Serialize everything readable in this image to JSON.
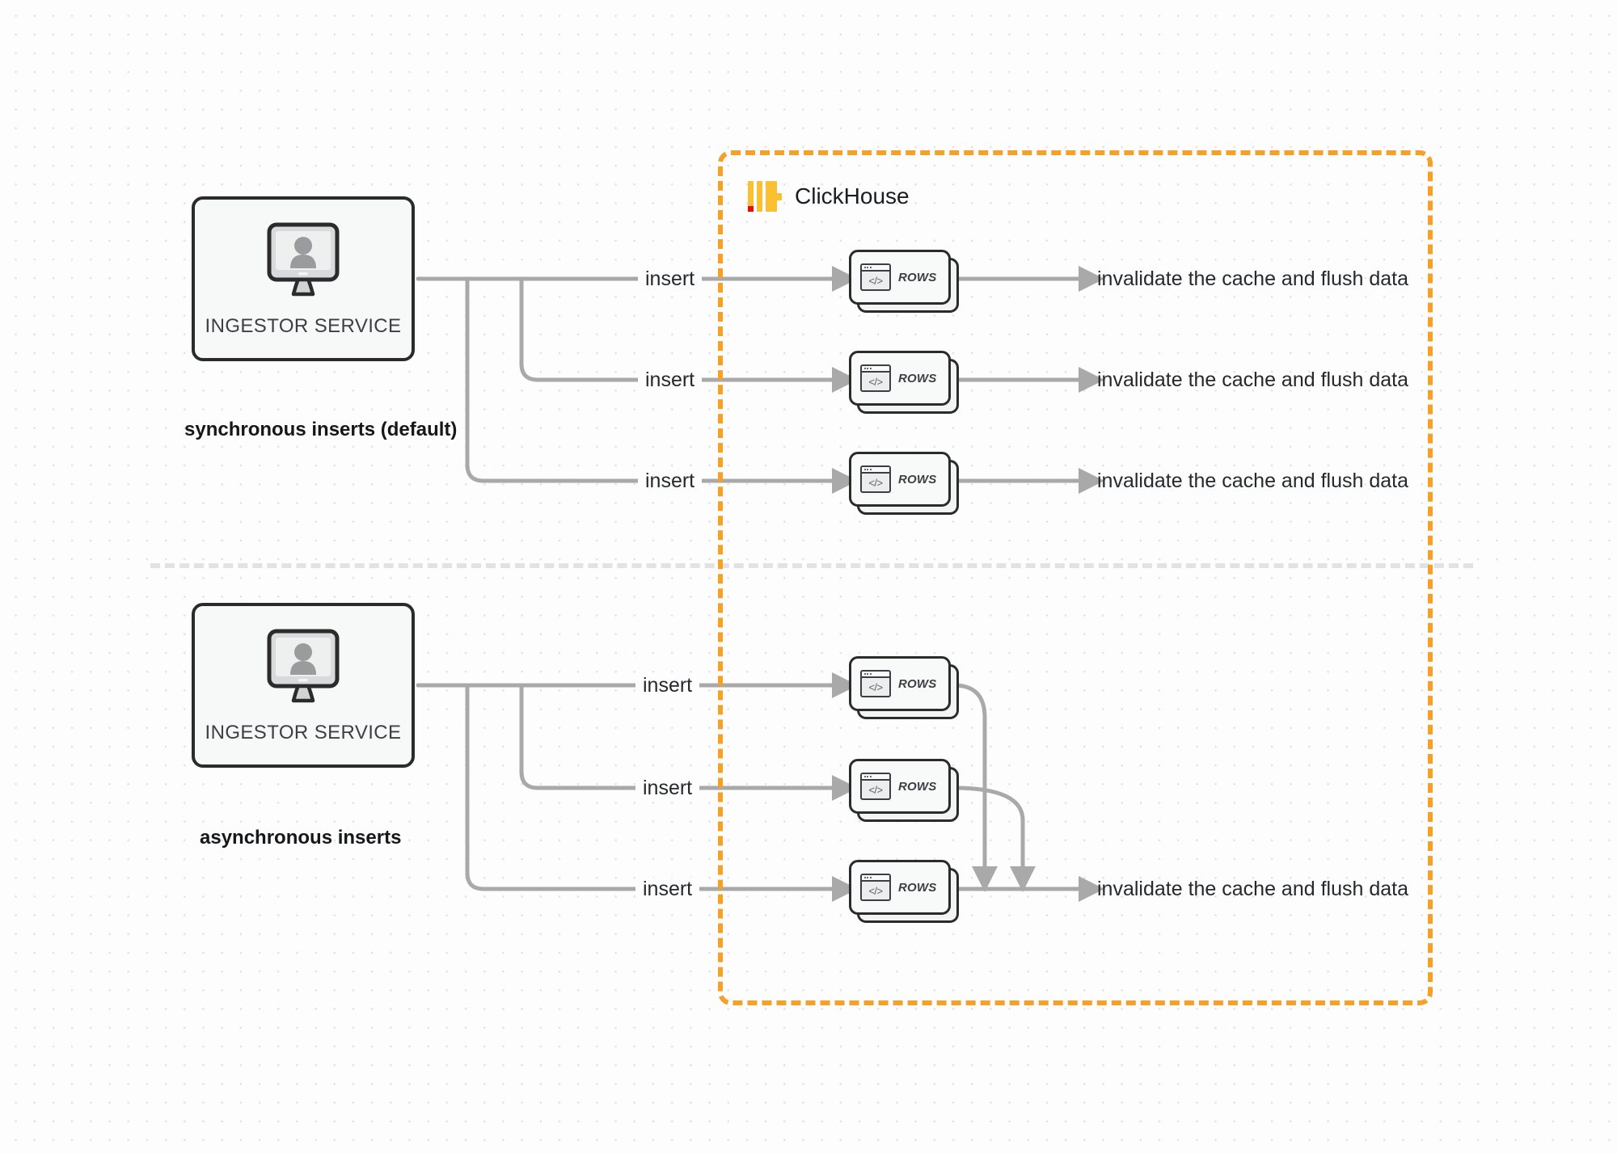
{
  "diagram": {
    "title": "ClickHouse synchronous vs asynchronous inserts",
    "colors": {
      "accent_orange": "#f5a028",
      "logo_yellow": "#fac032",
      "logo_red": "#f30606",
      "connector_gray": "#a9a9a9",
      "node_border": "#2b2b2b",
      "divider_gray": "#e2e2e2"
    }
  },
  "clickhouse": {
    "name": "ClickHouse",
    "logo_icon": "clickhouse-logo-icon"
  },
  "sections": [
    {
      "id": "synchronous",
      "caption": "synchronous inserts (default)",
      "ingestor": {
        "label": "INGESTOR SERVICE",
        "icon": "monitor-user-icon"
      },
      "flows": [
        {
          "insert_label": "insert",
          "rows_label": "ROWS",
          "rows_icon": "code-window-icon",
          "result_label": "invalidate the cache and flush data"
        },
        {
          "insert_label": "insert",
          "rows_label": "ROWS",
          "rows_icon": "code-window-icon",
          "result_label": "invalidate the cache and flush data"
        },
        {
          "insert_label": "insert",
          "rows_label": "ROWS",
          "rows_icon": "code-window-icon",
          "result_label": "invalidate the cache and flush data"
        }
      ]
    },
    {
      "id": "asynchronous",
      "caption": "asynchronous inserts",
      "ingestor": {
        "label": "INGESTOR SERVICE",
        "icon": "monitor-user-icon"
      },
      "flows": [
        {
          "insert_label": "insert",
          "rows_label": "ROWS",
          "rows_icon": "code-window-icon"
        },
        {
          "insert_label": "insert",
          "rows_label": "ROWS",
          "rows_icon": "code-window-icon"
        },
        {
          "insert_label": "insert",
          "rows_label": "ROWS",
          "rows_icon": "code-window-icon"
        }
      ],
      "merged_result_label": "invalidate the cache and flush data"
    }
  ]
}
